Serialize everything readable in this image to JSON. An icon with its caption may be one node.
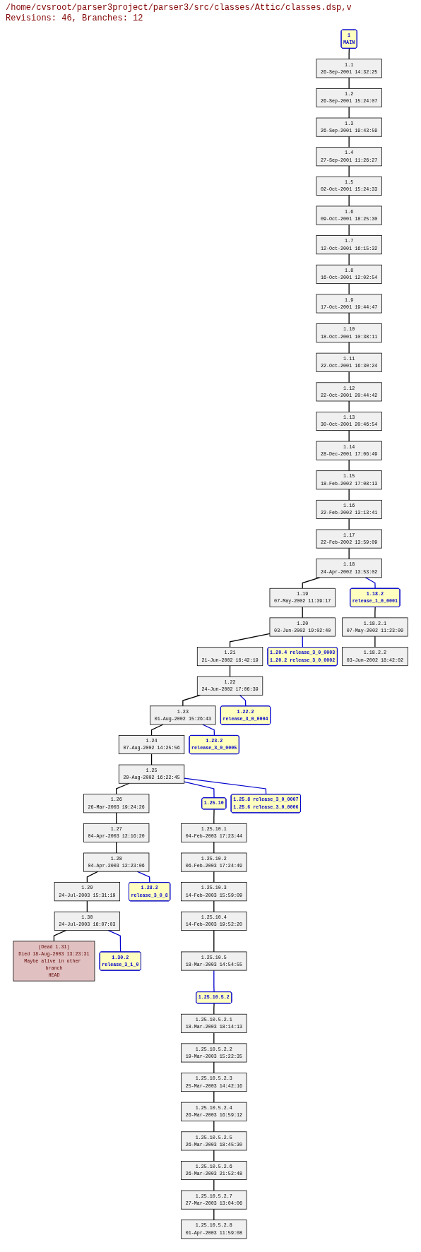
{
  "diagram": {
    "title": "/home/cvsroot/parser3project/parser3/src/classes/Attic/classes.dsp,v",
    "nodes": [
      {
        "text": [
          "1",
          "MAIN"
        ]
      },
      {
        "text": [
          "1.1",
          "26-Sep-2001 14:32:25"
        ]
      },
      {
        "text": [
          "1.2",
          "26-Sep-2001 15:24:07"
        ]
      },
      {
        "text": [
          "1.3",
          "26-Sep-2001 19:43:59"
        ]
      },
      {
        "text": [
          "1.4",
          "27-Sep-2001 11:26:27"
        ]
      },
      {
        "text": [
          "1.5",
          "02-Oct-2001 15:24:33"
        ]
      },
      {
        "text": [
          "1.6",
          "09-Oct-2001 18:25:30"
        ]
      },
      {
        "text": [
          "1.7",
          "12-Oct-2001 16:15:32"
        ]
      },
      {
        "text": [
          "1.8",
          "16-Oct-2001 12:02:54"
        ]
      },
      {
        "text": [
          "1.9",
          "17-Oct-2001 19:44:47"
        ]
      },
      {
        "text": [
          "1.10",
          "18-Oct-2001 10:38:11"
        ]
      },
      {
        "text": [
          "1.11",
          "22-Oct-2001 16:30:24"
        ]
      },
      {
        "text": [
          "1.12",
          "22-Oct-2001 20:44:42"
        ]
      },
      {
        "text": [
          "1.13",
          "30-Oct-2001 20:46:54"
        ]
      },
      {
        "text": [
          "1.14",
          "28-Dec-2001 17:06:49"
        ]
      },
      {
        "text": [
          "1.15",
          "18-Feb-2002 17:08:13"
        ]
      },
      {
        "text": [
          "1.16",
          "22-Feb-2002 13:13:41"
        ]
      },
      {
        "text": [
          "1.17",
          "22-Feb-2002 13:59:09"
        ]
      },
      {
        "text": [
          "1.18",
          "24-Apr-2002 13:53:02"
        ]
      },
      {
        "text": [
          "1.19",
          "07-May-2002 11:39:17"
        ]
      },
      {
        "text": [
          "1.20",
          "03-Jun-2002 19:02:40"
        ]
      },
      {
        "text": [
          "1.21",
          "21-Jun-2002 16:42:19"
        ]
      },
      {
        "text": [
          "1.22",
          "24-Jun-2002 17:06:39"
        ]
      },
      {
        "text": [
          "1.23",
          "01-Aug-2002 15:26:43"
        ]
      },
      {
        "text": [
          "1.24",
          "07-Aug-2002 14:25:56"
        ]
      },
      {
        "text": [
          "1.25",
          "29-Aug-2002 16:22:45"
        ]
      },
      {
        "text": [
          "1.26",
          "26-Mar-2003 19:24:26"
        ]
      },
      {
        "text": [
          "1.27",
          "04-Apr-2003 12:16:20"
        ]
      },
      {
        "text": [
          "1.28",
          "04-Apr-2003 12:23:06"
        ]
      },
      {
        "text": [
          "1.29",
          "24-Jul-2003 15:31:19"
        ]
      },
      {
        "text": [
          "1.30",
          "24-Jul-2003 16:07:03"
        ]
      },
      {
        "text": [
          "(Dead 1.31)",
          "Died 18-Aug-2003 13:23:31",
          "Maybe alive in other branch",
          "HEAD"
        ]
      },
      {
        "text": [
          "1.18.2",
          "release_1_0_0001"
        ]
      },
      {
        "text": [
          "1.18.2.1",
          "07-May-2002 11:23:09"
        ]
      },
      {
        "text": [
          "1.18.2.2",
          "03-Jun-2002 18:42:02"
        ]
      },
      {
        "text": [
          "1.20.4 release_3_0_0003",
          "1.20.2 release_3_0_0002"
        ]
      },
      {
        "text": [
          "1.22.2",
          "release_3_0_0004"
        ]
      },
      {
        "text": [
          "1.23.2",
          "release_3_0_0005"
        ]
      },
      {
        "text": [
          "1.25.10"
        ]
      },
      {
        "text": [
          "1.25.8 release_3_0_0007",
          "1.25.6 release_3_0_0006"
        ]
      },
      {
        "text": [
          "1.25.10.1",
          "04-Feb-2003 17:23:44"
        ]
      },
      {
        "text": [
          "1.25.10.2",
          "06-Feb-2003 17:24:49"
        ]
      },
      {
        "text": [
          "1.25.10.3",
          "14-Feb-2003 15:59:09"
        ]
      },
      {
        "text": [
          "1.25.10.4",
          "14-Feb-2003 19:52:20"
        ]
      },
      {
        "text": [
          "1.25.10.5",
          "18-Mar-2003 14:54:55"
        ]
      },
      {
        "text": [
          "1.25.10.5.2"
        ]
      },
      {
        "text": [
          "1.25.10.5.2.1",
          "18-Mar-2003 18:14:13"
        ]
      },
      {
        "text": [
          "1.25.10.5.2.2",
          "19-Mar-2003 15:22:35"
        ]
      },
      {
        "text": [
          "1.25.10.5.2.3",
          "25-Mar-2003 14:42:16"
        ]
      },
      {
        "text": [
          "1.25.10.5.2.4",
          "26-Mar-2003 16:59:12"
        ]
      },
      {
        "text": [
          "1.25.10.5.2.5",
          "26-Mar-2003 18:45:30"
        ]
      },
      {
        "text": [
          "1.25.10.5.2.6",
          "26-Mar-2003 21:52:48"
        ]
      },
      {
        "text": [
          "1.25.10.5.2.7",
          "27-Mar-2003 13:04:06"
        ]
      },
      {
        "text": [
          "1.25.10.5.2.8",
          "01-Apr-2003 11:59:08"
        ]
      },
      {
        "text": [
          "1.28.2",
          "release_3_0_8"
        ]
      },
      {
        "text": [
          "1.30.2",
          "release_3_1_0"
        ]
      }
    ],
    "edges": [
      {
        "from": 0,
        "to": 1,
        "arrow": "none"
      },
      {
        "from": 1,
        "to": 2,
        "arrow": "none"
      },
      {
        "from": 2,
        "to": 3,
        "arrow": "none"
      },
      {
        "from": 3,
        "to": 4,
        "arrow": "none"
      },
      {
        "from": 4,
        "to": 5,
        "arrow": "none"
      },
      {
        "from": 5,
        "to": 6,
        "arrow": "none"
      },
      {
        "from": 6,
        "to": 7,
        "arrow": "none"
      },
      {
        "from": 7,
        "to": 8,
        "arrow": "none"
      },
      {
        "from": 8,
        "to": 9,
        "arrow": "none"
      },
      {
        "from": 9,
        "to": 10,
        "arrow": "none"
      },
      {
        "from": 10,
        "to": 11,
        "arrow": "none"
      },
      {
        "from": 11,
        "to": 12,
        "arrow": "none"
      },
      {
        "from": 12,
        "to": 13,
        "arrow": "none"
      },
      {
        "from": 13,
        "to": 14,
        "arrow": "none"
      },
      {
        "from": 14,
        "to": 15,
        "arrow": "none"
      },
      {
        "from": 15,
        "to": 16,
        "arrow": "none"
      },
      {
        "from": 16,
        "to": 17,
        "arrow": "none"
      },
      {
        "from": 17,
        "to": 18,
        "arrow": "none"
      },
      {
        "from": 18,
        "to": 19,
        "arrow": "none"
      },
      {
        "from": 19,
        "to": 20,
        "arrow": "none"
      },
      {
        "from": 20,
        "to": 21,
        "arrow": "none"
      },
      {
        "from": 21,
        "to": 22,
        "arrow": "none"
      },
      {
        "from": 22,
        "to": 23,
        "arrow": "none"
      },
      {
        "from": 23,
        "to": 24,
        "arrow": "none"
      },
      {
        "from": 24,
        "to": 25,
        "arrow": "none"
      },
      {
        "from": 25,
        "to": 26,
        "arrow": "none"
      },
      {
        "from": 26,
        "to": 27,
        "arrow": "none"
      },
      {
        "from": 27,
        "to": 28,
        "arrow": "none"
      },
      {
        "from": 28,
        "to": 29,
        "arrow": "none"
      },
      {
        "from": 29,
        "to": 30,
        "arrow": "none"
      },
      {
        "from": 30,
        "to": 31,
        "arrow": "none"
      },
      {
        "from": 18,
        "to": 32,
        "arrow": "none",
        "color": "#0000cc"
      },
      {
        "from": 32,
        "to": 33,
        "arrow": "none"
      },
      {
        "from": 33,
        "to": 34,
        "arrow": "none"
      },
      {
        "from": 20,
        "to": 35,
        "arrow": "none",
        "color": "#0000cc"
      },
      {
        "from": 22,
        "to": 36,
        "arrow": "none",
        "color": "#0000cc"
      },
      {
        "from": 23,
        "to": 37,
        "arrow": "none",
        "color": "#0000cc"
      },
      {
        "from": 25,
        "to": 38,
        "arrow": "none",
        "color": "#0000cc"
      },
      {
        "from": 25,
        "to": 39,
        "arrow": "none",
        "color": "#0000cc"
      },
      {
        "from": 38,
        "to": 40,
        "arrow": "none"
      },
      {
        "from": 40,
        "to": 41,
        "arrow": "none"
      },
      {
        "from": 41,
        "to": 42,
        "arrow": "none"
      },
      {
        "from": 42,
        "to": 43,
        "arrow": "none"
      },
      {
        "from": 43,
        "to": 44,
        "arrow": "none"
      },
      {
        "from": 44,
        "to": 45,
        "arrow": "none",
        "color": "#0000cc"
      },
      {
        "from": 45,
        "to": 46,
        "arrow": "none"
      },
      {
        "from": 46,
        "to": 47,
        "arrow": "none"
      },
      {
        "from": 47,
        "to": 48,
        "arrow": "none"
      },
      {
        "from": 48,
        "to": 49,
        "arrow": "none"
      },
      {
        "from": 49,
        "to": 50,
        "arrow": "none"
      },
      {
        "from": 50,
        "to": 51,
        "arrow": "none"
      },
      {
        "from": 51,
        "to": 52,
        "arrow": "none"
      },
      {
        "from": 52,
        "to": 53,
        "arrow": "none"
      },
      {
        "from": 28,
        "to": 54,
        "arrow": "none",
        "color": "#0000cc"
      },
      {
        "from": 30,
        "to": 55,
        "arrow": "none",
        "color": "#0000cc"
      }
    ],
    "labels": [
      "Revisions: 46, Branches: 12"
    ]
  }
}
